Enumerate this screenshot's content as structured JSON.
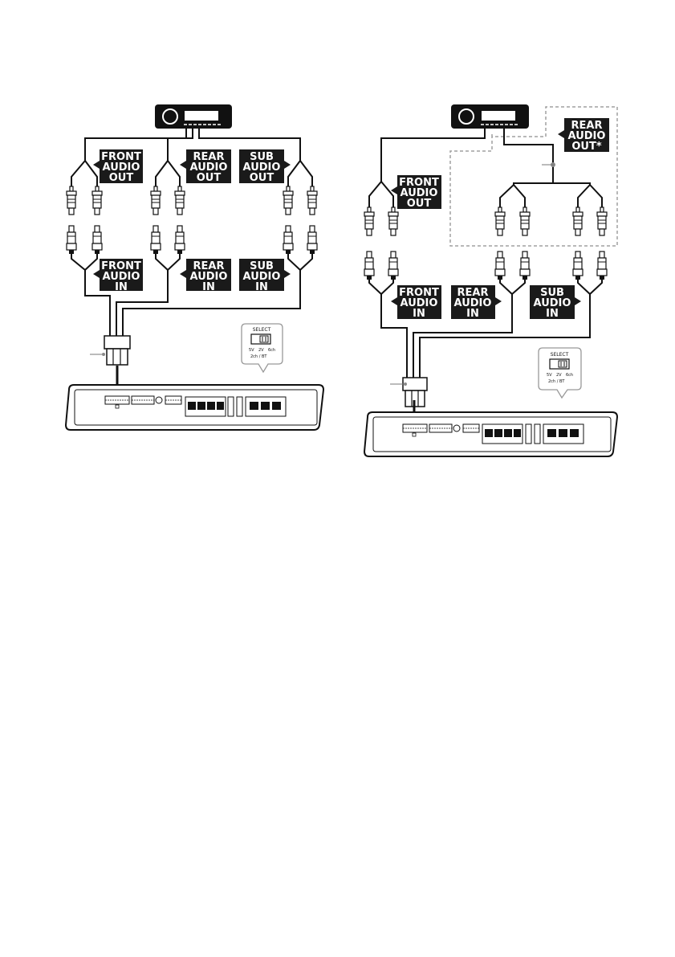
{
  "colors": {
    "line": "#111111",
    "label_bg": "#1a1a1a",
    "label_text": "#ffffff",
    "dashed": "#a0a0a0",
    "callout_border": "#999999"
  },
  "left": {
    "front_out": [
      "FRONT",
      "AUDIO",
      "OUT"
    ],
    "rear_out": [
      "REAR",
      "AUDIO",
      "OUT"
    ],
    "sub_out": [
      "SUB",
      "AUDIO",
      "OUT"
    ],
    "front_in": [
      "FRONT",
      "AUDIO",
      "IN"
    ],
    "rear_in": [
      "REAR",
      "AUDIO",
      "IN"
    ],
    "sub_in": [
      "SUB",
      "AUDIO",
      "IN"
    ],
    "switch": {
      "title": "SELECT",
      "o1": "5V",
      "o2": "2V",
      "o3": "6ch",
      "o4": "2ch / BT"
    }
  },
  "right": {
    "rear_out": [
      "REAR",
      "AUDIO",
      "OUT*"
    ],
    "front_out": [
      "FRONT",
      "AUDIO",
      "OUT"
    ],
    "front_in": [
      "FRONT",
      "AUDIO",
      "IN"
    ],
    "rear_in": [
      "REAR",
      "AUDIO",
      "IN"
    ],
    "sub_in": [
      "SUB",
      "AUDIO",
      "IN"
    ],
    "switch": {
      "title": "SELECT",
      "o1": "5V",
      "o2": "2V",
      "o3": "6ch",
      "o4": "2ch / BT"
    }
  }
}
